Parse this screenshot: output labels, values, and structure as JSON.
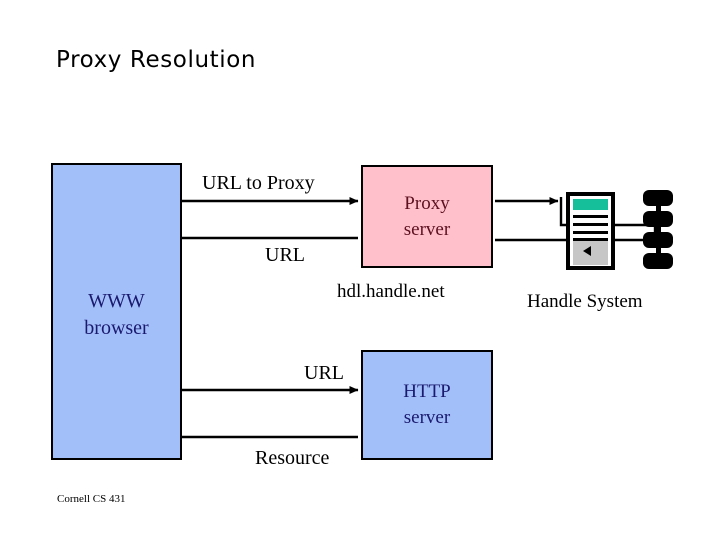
{
  "slide": {
    "title": "Proxy Resolution",
    "footer": "Cornell CS 431",
    "background_color": "#ffffff"
  },
  "colors": {
    "browser_fill": "#a3bffa",
    "proxy_fill": "#ffc0cb",
    "http_fill": "#a3bffa",
    "server_top_bar": "#14bf99",
    "server_body_gray": "#c6c6c6",
    "stroke": "#000000",
    "blue_text": "#1a1a6e",
    "pink_box_text": "#5c1020"
  },
  "nodes": {
    "browser": {
      "line1": "WWW",
      "line2": "browser"
    },
    "proxy": {
      "line1": "Proxy",
      "line2": "server"
    },
    "http": {
      "line1": "HTTP",
      "line2": "server"
    },
    "handle_server_icon_name": "server-rack-icon",
    "handle_chain_icon_name": "handle-server-chain-icon"
  },
  "labels": {
    "url_to_proxy": "URL to Proxy",
    "url_back": "URL",
    "hdl_domain": "hdl.handle.net",
    "handle_system": "Handle System",
    "url_to_http": "URL",
    "resource": "Resource"
  }
}
